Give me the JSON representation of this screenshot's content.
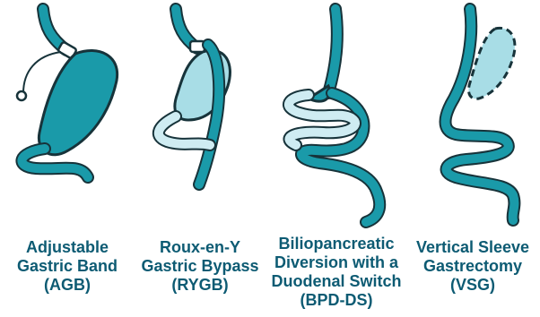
{
  "colors": {
    "dark_teal": "#1a9aa9",
    "light_teal": "#a8dde6",
    "pale": "#cfecf2",
    "outline": "#17333a",
    "label": "#0d5b73"
  },
  "procedures": [
    {
      "lines": [
        "Adjustable",
        "Gastric Band",
        "(AGB)"
      ]
    },
    {
      "lines": [
        "Roux-en-Y",
        "Gastric Bypass",
        "(RYGB)"
      ]
    },
    {
      "lines": [
        "Biliopancreatic",
        "Diversion with a",
        "Duodenal Switch",
        "(BPD-DS)"
      ]
    },
    {
      "lines": [
        "Vertical Sleeve",
        "Gastrectomy",
        "(VSG)"
      ]
    }
  ]
}
